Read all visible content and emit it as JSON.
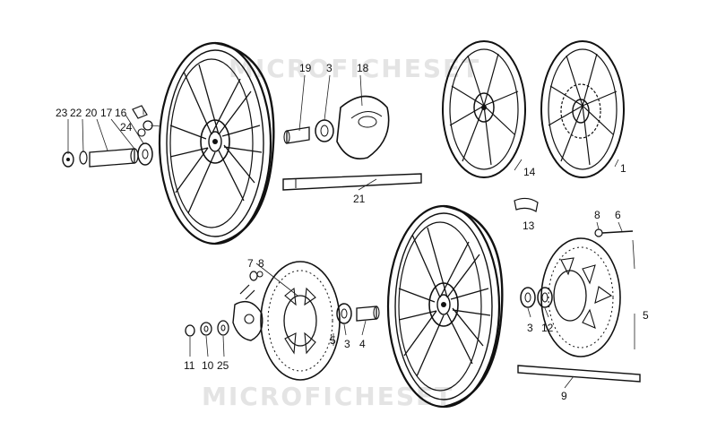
{
  "watermark": "MICROFICHESET",
  "labels": {
    "p23": "23",
    "p22": "22",
    "p20": "20",
    "p17": "17",
    "p16": "16",
    "p24": "24",
    "p19": "19",
    "p3_top": "3",
    "p18": "18",
    "p21": "21",
    "p14": "14",
    "p1": "1",
    "p13": "13",
    "p8_right": "8",
    "p6": "6",
    "p7": "7",
    "p8_left": "8",
    "p11": "11",
    "p10": "10",
    "p25": "25",
    "p5_left": "5",
    "p3_mid": "3",
    "p4": "4",
    "p3_right": "3",
    "p12": "12",
    "p5_right": "5",
    "p9": "9"
  }
}
